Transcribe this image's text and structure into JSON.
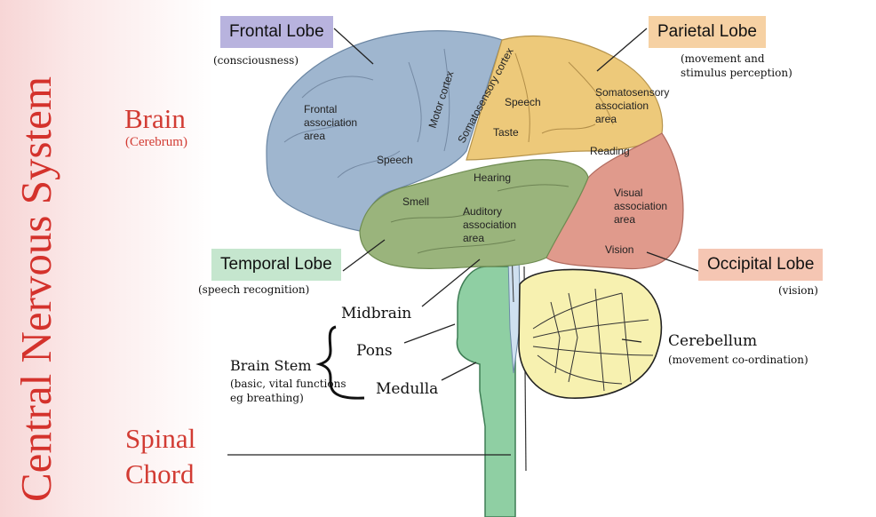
{
  "side_title": "Central Nervous System",
  "brain_heading": {
    "title": "Brain",
    "subtitle": "(Cerebrum)"
  },
  "spinal_heading": {
    "line1": "Spinal",
    "line2": "Chord"
  },
  "lobes": {
    "frontal": {
      "name": "Frontal Lobe",
      "function": "(consciousness)",
      "color": "#b8b3de"
    },
    "parietal": {
      "name": "Parietal Lobe",
      "function_line1": "(movement and",
      "function_line2": "stimulus perception)",
      "color": "#f6d1a3"
    },
    "temporal": {
      "name": "Temporal Lobe",
      "function": "(speech recognition)",
      "color": "#c5e6ce"
    },
    "occipital": {
      "name": "Occipital Lobe",
      "function": "(vision)",
      "color": "#f5c6b3"
    }
  },
  "brain_areas": {
    "frontal_association": [
      "Frontal",
      "association",
      "area"
    ],
    "motor_cortex": "Motor cortex",
    "somatosensory_cortex": "Somatosensory cortex",
    "speech_top": "Speech",
    "taste": "Taste",
    "speech_left": "Speech",
    "somatosensory_association": [
      "Somatosensory",
      "association",
      "area"
    ],
    "reading": "Reading",
    "hearing": "Hearing",
    "smell": "Smell",
    "auditory_association": [
      "Auditory",
      "association",
      "area"
    ],
    "visual_association": [
      "Visual",
      "association",
      "area"
    ],
    "vision": "Vision"
  },
  "structures": {
    "midbrain": "Midbrain",
    "pons": "Pons",
    "medulla": "Medulla",
    "brain_stem": {
      "title": "Brain Stem",
      "line1": "(basic, vital functions",
      "line2": "eg breathing)"
    },
    "cerebellum": {
      "title": "Cerebellum",
      "function": "(movement co-ordination)"
    }
  },
  "colors": {
    "frontal_region": "#9fb6cf",
    "parietal_region": "#edc97a",
    "temporal_region": "#9ab47c",
    "occipital_region": "#e09a8c",
    "stem": "#8fcfa3",
    "cerebellum": "#f7f1b0",
    "accent_red": "#d4322c"
  }
}
